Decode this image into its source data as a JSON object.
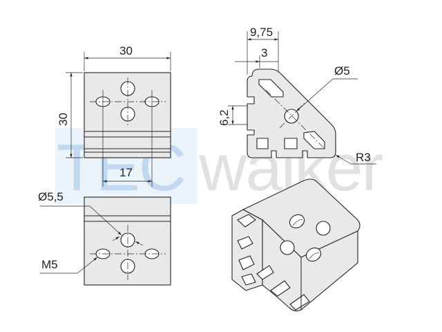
{
  "watermark": {
    "brand_light": "TEC",
    "brand_gray": "walker",
    "brand_light_color": "#9ec3ea",
    "brand_gray_color": "#c9c9c9"
  },
  "front_view": {
    "width_label": "30",
    "height_label": "30"
  },
  "bottom_view": {
    "spacing_label": "17",
    "hole_label": "Ø5,5",
    "thread_label": "M5"
  },
  "profile_view": {
    "overall_label": "9,75",
    "offset_label": "3",
    "hole_label": "Ø5",
    "slot_label": "6,2",
    "radius_label": "R3"
  },
  "colors": {
    "line": "#222222",
    "part_fill": "#e9e9e9",
    "background": "#ffffff"
  }
}
